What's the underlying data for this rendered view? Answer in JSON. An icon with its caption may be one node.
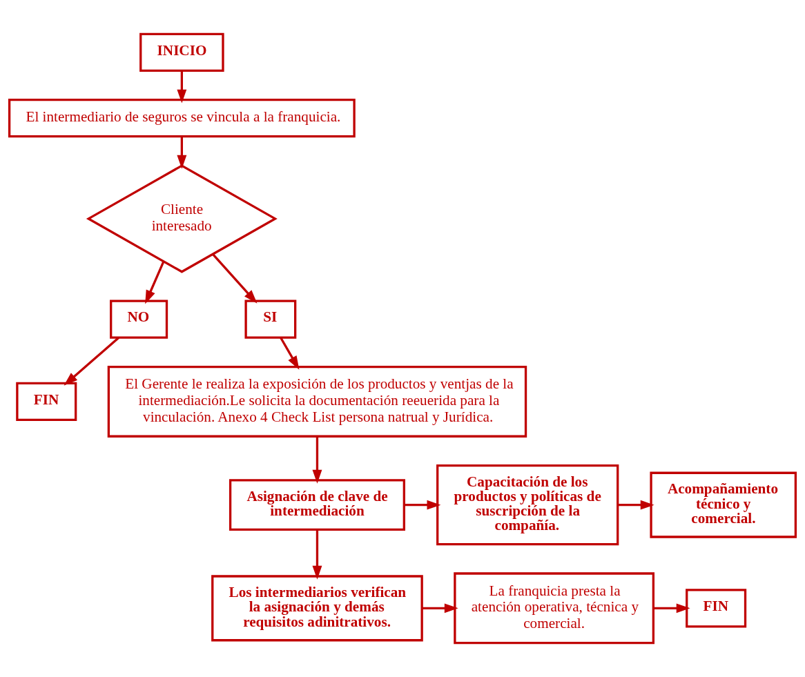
{
  "diagram": {
    "nodes": [
      {
        "text": [
          "INICIO"
        ]
      },
      {
        "text": [
          "El intermediario de seguros se vincula a la franquicia."
        ]
      },
      {
        "text": [
          "Cliente interesado"
        ]
      },
      {
        "text": [
          "NO"
        ]
      },
      {
        "text": [
          "SI"
        ]
      },
      {
        "text": [
          "FIN"
        ]
      },
      {
        "text": [
          "El Gerente le realiza la exposición de los productos y ventjas de la intermediación.Le solicita la documentación reeuerida para la vinculación. Anexo 4 Check List persona natrual y Jurídica."
        ]
      },
      {
        "text": [
          "Asignación de clave de intermediación"
        ]
      },
      {
        "text": [
          "Capacitación de los productos y políticas de suscripción de la compañía."
        ]
      },
      {
        "text": [
          "Acompañamiento técnico y comercial."
        ]
      },
      {
        "text": [
          "Los intermediarios verifican la asignación y demás requisitos adinitrativos."
        ]
      },
      {
        "text": [
          "La franquicia presta la atención operativa, técnica y comercial."
        ]
      },
      {
        "text": [
          "FIN"
        ]
      }
    ],
    "edges": [
      {
        "from": 0,
        "to": 1,
        "arrow": "to"
      },
      {
        "from": 1,
        "to": 2,
        "arrow": "to"
      },
      {
        "from": 2,
        "to": 3,
        "arrow": "to"
      },
      {
        "from": 2,
        "to": 4,
        "arrow": "to"
      },
      {
        "from": 3,
        "to": 5,
        "arrow": "to"
      },
      {
        "from": 4,
        "to": 6,
        "arrow": "to"
      },
      {
        "from": 6,
        "to": 7,
        "arrow": "to"
      },
      {
        "from": 7,
        "to": 8,
        "arrow": "to"
      },
      {
        "from": 8,
        "to": 9,
        "arrow": "to"
      },
      {
        "from": 7,
        "to": 10,
        "arrow": "to"
      },
      {
        "from": 10,
        "to": 11,
        "arrow": "to"
      },
      {
        "from": 11,
        "to": 12,
        "arrow": "to"
      }
    ]
  }
}
